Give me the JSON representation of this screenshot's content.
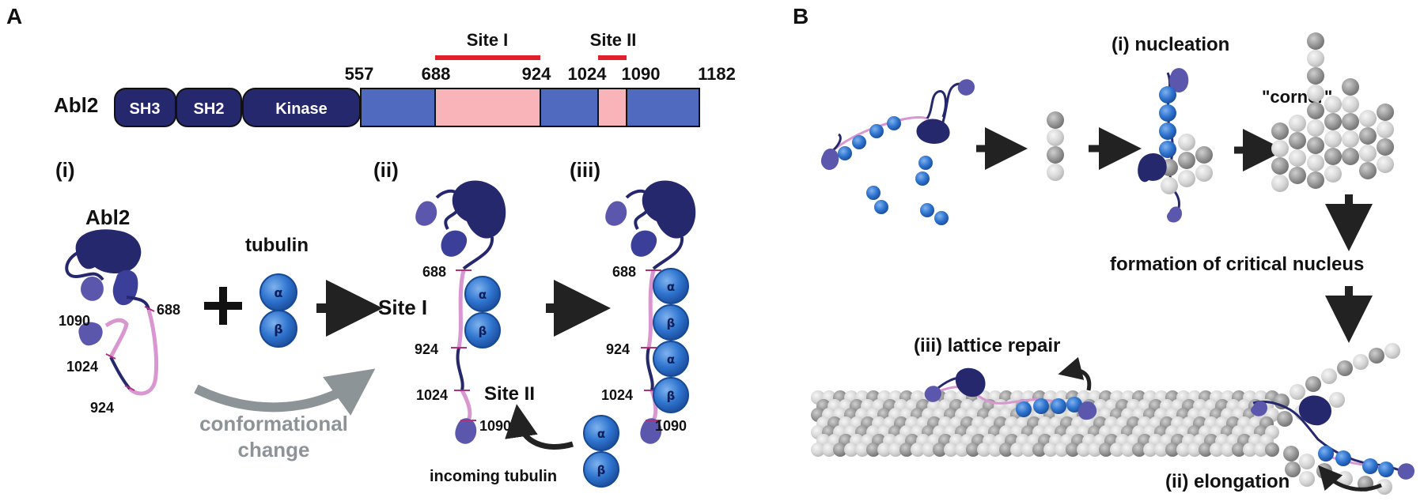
{
  "panels": {
    "a": "A",
    "b": "B"
  },
  "colors": {
    "navy": "#26286e",
    "navy_mid": "#3b3f99",
    "violet": "#5b57ad",
    "blue_seg": "#4f6abf",
    "pink_seg": "#f8b4b8",
    "site_bar": "#e2202c",
    "linker_pink": "#d996d0",
    "tubulin": "#2c6fca",
    "tubulin_dark": "#1e4f9c",
    "arrow": "#222222",
    "gray_arrow": "#8d9497",
    "gray_dark": "#8c8c8c",
    "gray_light": "#d4d4d4"
  },
  "panel_a": {
    "protein_name": "Abl2",
    "domains": [
      "SH3",
      "SH2",
      "Kinase"
    ],
    "positions": [
      "557",
      "688",
      "924",
      "1024",
      "1090",
      "1182"
    ],
    "site1": "Site I",
    "site2": "Site II",
    "step1": {
      "label": "(i)",
      "protein": "Abl2",
      "residues": [
        "1090",
        "1024",
        "924",
        "688"
      ]
    },
    "tubulin": "tubulin",
    "alpha": "α",
    "beta": "β",
    "conformational": [
      "conformational",
      "change"
    ],
    "step2": {
      "label": "(ii)",
      "site1": "Site I",
      "site2": "Site II",
      "residues": [
        "688",
        "924",
        "1024",
        "1090"
      ],
      "incoming": "incoming tubulin"
    },
    "step3": {
      "label": "(iii)",
      "residues": [
        "688",
        "924",
        "1024",
        "1090"
      ]
    }
  },
  "panel_b": {
    "nucleation": "(i) nucleation",
    "corner": "\"corner\"",
    "critical": "formation of critical nucleus",
    "repair": "(iii) lattice repair",
    "elongation": "(ii) elongation"
  }
}
